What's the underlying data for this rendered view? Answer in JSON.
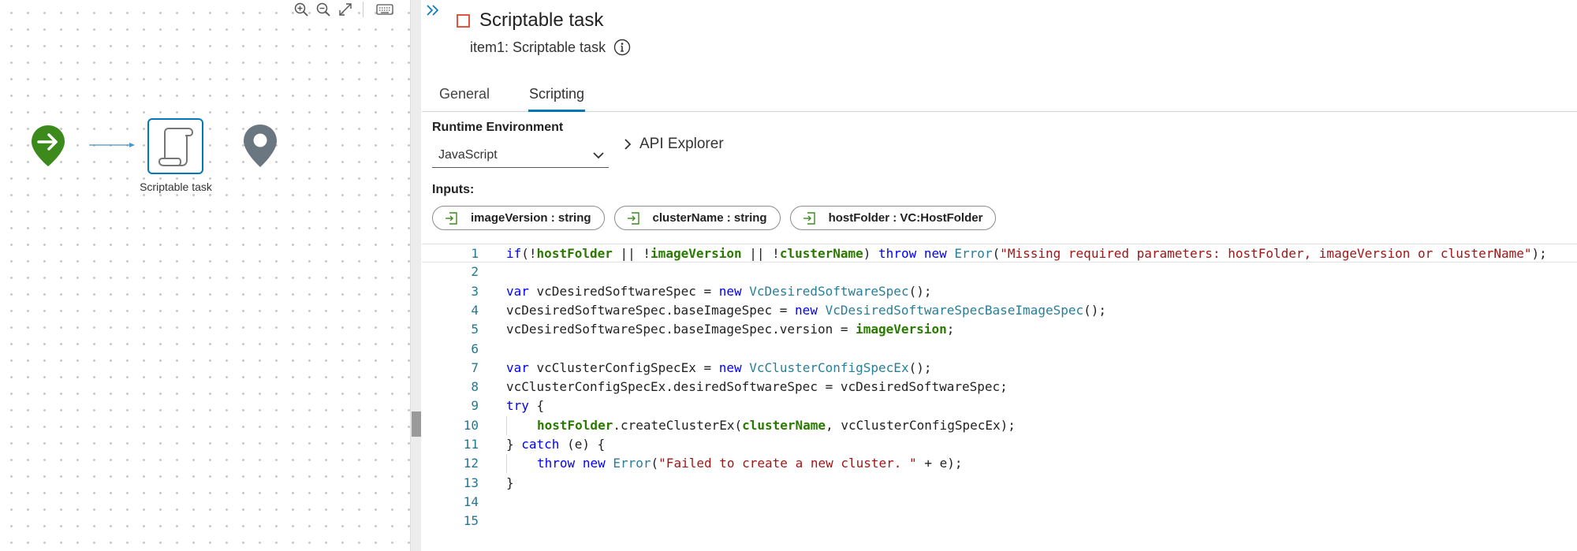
{
  "canvas": {
    "task_node_label": "Scriptable task"
  },
  "panel": {
    "title": "Scriptable task",
    "subtitle": "item1: Scriptable task",
    "tabs": [
      {
        "label": "General",
        "active": false
      },
      {
        "label": "Scripting",
        "active": true
      }
    ],
    "runtime_label": "Runtime Environment",
    "runtime_value": "JavaScript",
    "api_explorer_label": "API Explorer",
    "inputs_label": "Inputs:",
    "inputs": [
      {
        "label": "imageVersion : string"
      },
      {
        "label": "clusterName : string"
      },
      {
        "label": "hostFolder : VC:HostFolder"
      }
    ]
  },
  "editor": {
    "lines": [
      {
        "num": "1",
        "indent": 0,
        "tokens": [
          [
            "kw",
            "if"
          ],
          [
            "",
            "("
          ],
          [
            "",
            "!"
          ],
          [
            "pa",
            "hostFolder"
          ],
          [
            "",
            " || !"
          ],
          [
            "pa",
            "imageVersion"
          ],
          [
            "",
            " || !"
          ],
          [
            "pa",
            "clusterName"
          ],
          [
            "",
            ") "
          ],
          [
            "kw",
            "throw"
          ],
          [
            "",
            ""
          ],
          [
            "kw",
            "new"
          ],
          [
            "",
            " "
          ],
          [
            "ty",
            "Error"
          ],
          [
            "",
            "("
          ],
          [
            "st",
            "\"Missing required parameters: hostFolder, imageVersion or clusterName\""
          ],
          [
            "",
            ");"
          ]
        ]
      },
      {
        "num": "2",
        "indent": 0,
        "tokens": []
      },
      {
        "num": "3",
        "indent": 0,
        "tokens": [
          [
            "kw",
            "var"
          ],
          [
            "",
            " vcDesiredSoftwareSpec = "
          ],
          [
            "kw",
            "new"
          ],
          [
            "",
            " "
          ],
          [
            "ty",
            "VcDesiredSoftwareSpec"
          ],
          [
            "",
            "();"
          ]
        ]
      },
      {
        "num": "4",
        "indent": 0,
        "tokens": [
          [
            "",
            "vcDesiredSoftwareSpec.baseImageSpec = "
          ],
          [
            "kw",
            "new"
          ],
          [
            "",
            " "
          ],
          [
            "ty",
            "VcDesiredSoftwareSpecBaseImageSpec"
          ],
          [
            "",
            "();"
          ]
        ]
      },
      {
        "num": "5",
        "indent": 0,
        "tokens": [
          [
            "",
            "vcDesiredSoftwareSpec.baseImageSpec.version = "
          ],
          [
            "pa",
            "imageVersion"
          ],
          [
            "",
            ";"
          ]
        ]
      },
      {
        "num": "6",
        "indent": 0,
        "tokens": []
      },
      {
        "num": "7",
        "indent": 0,
        "tokens": [
          [
            "kw",
            "var"
          ],
          [
            "",
            " vcClusterConfigSpecEx = "
          ],
          [
            "kw",
            "new"
          ],
          [
            "",
            " "
          ],
          [
            "ty",
            "VcClusterConfigSpecEx"
          ],
          [
            "",
            "();"
          ]
        ]
      },
      {
        "num": "8",
        "indent": 0,
        "tokens": [
          [
            "",
            "vcClusterConfigSpecEx.desiredSoftwareSpec = vcDesiredSoftwareSpec;"
          ]
        ]
      },
      {
        "num": "9",
        "indent": 0,
        "tokens": [
          [
            "kw",
            "try"
          ],
          [
            "",
            " {"
          ]
        ]
      },
      {
        "num": "10",
        "indent": 1,
        "tokens": [
          [
            "pa",
            "hostFolder"
          ],
          [
            "",
            ".createClusterEx("
          ],
          [
            "pa",
            "clusterName"
          ],
          [
            "",
            ", vcClusterConfigSpecEx);"
          ]
        ]
      },
      {
        "num": "11",
        "indent": 0,
        "tokens": [
          [
            "",
            "} "
          ],
          [
            "kw",
            "catch"
          ],
          [
            "",
            " (e) {"
          ]
        ]
      },
      {
        "num": "12",
        "indent": 1,
        "tokens": [
          [
            "kw",
            "throw"
          ],
          [
            "",
            " "
          ],
          [
            "kw",
            "new"
          ],
          [
            "",
            " "
          ],
          [
            "ty",
            "Error"
          ],
          [
            "",
            "("
          ],
          [
            "st",
            "\"Failed to create a new cluster. \""
          ],
          [
            "",
            " + e);"
          ]
        ]
      },
      {
        "num": "13",
        "indent": 0,
        "tokens": [
          [
            "",
            "}"
          ]
        ]
      },
      {
        "num": "14",
        "indent": 0,
        "tokens": []
      },
      {
        "num": "15",
        "indent": 0,
        "tokens": []
      }
    ]
  },
  "icons": {
    "zoom_in": "zoom-in-icon",
    "zoom_out": "zoom-out-icon",
    "fit": "expand-icon",
    "keyboard": "keyboard-icon",
    "start": "start-arrow-icon",
    "task": "scroll-icon",
    "end": "map-pin-icon",
    "collapse": "double-chevron-right-icon",
    "info": "info-icon",
    "input": "input-arrow-icon"
  },
  "colors": {
    "accent": "#0079b8",
    "start_node": "#3c8a1c",
    "end_node": "#6a7680",
    "task_square": "#e2553c",
    "keyword": "#0000ff",
    "type": "#267f99",
    "string": "#a31515",
    "param": "#2a7a00",
    "line_number": "#237893"
  }
}
